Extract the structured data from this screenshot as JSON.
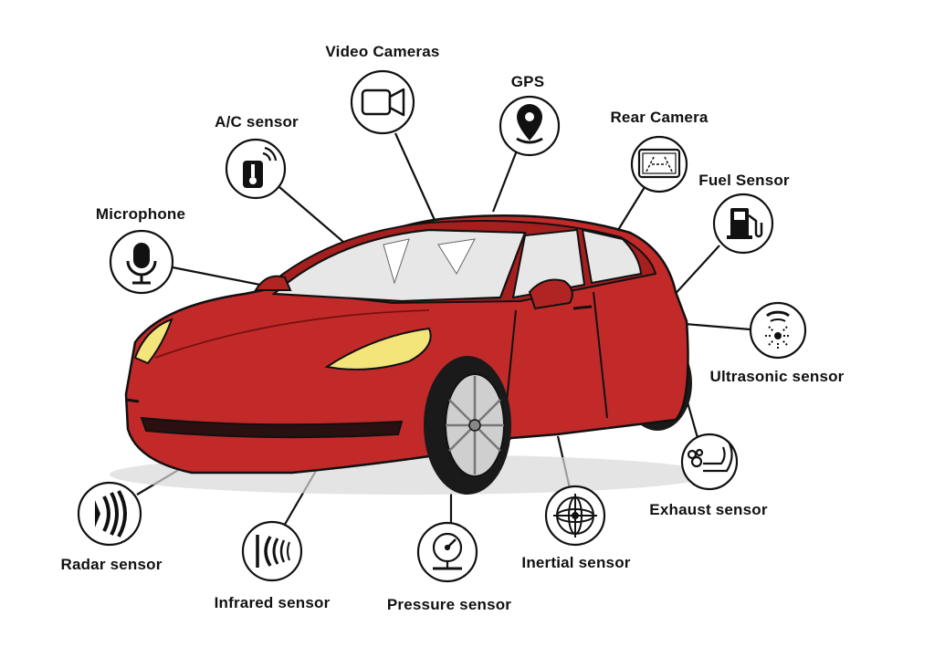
{
  "colors": {
    "body": "#c22a2a",
    "body_dark": "#8e1414",
    "outline": "#111111",
    "glass": "#e7e7e7",
    "headlight": "#f3e57a",
    "tire": "#1a1a1a",
    "rim": "#cfcfcf",
    "background": "#ffffff"
  },
  "sensors": [
    {
      "id": "video-cameras",
      "label": "Video Cameras",
      "icon": "video-camera-icon"
    },
    {
      "id": "gps",
      "label": "GPS",
      "icon": "map-pin-icon"
    },
    {
      "id": "ac-sensor",
      "label": "A/C sensor",
      "icon": "thermometer-icon"
    },
    {
      "id": "rear-camera",
      "label": "Rear Camera",
      "icon": "rear-camera-screen-icon"
    },
    {
      "id": "fuel-sensor",
      "label": "Fuel Sensor",
      "icon": "fuel-pump-icon"
    },
    {
      "id": "microphone",
      "label": "Microphone",
      "icon": "microphone-icon"
    },
    {
      "id": "ultrasonic-sensor",
      "label": "Ultrasonic sensor",
      "icon": "ultrasonic-waves-icon"
    },
    {
      "id": "exhaust-sensor",
      "label": "Exhaust sensor",
      "icon": "exhaust-pipe-icon"
    },
    {
      "id": "radar-sensor",
      "label": "Radar sensor",
      "icon": "radar-waves-icon"
    },
    {
      "id": "infrared-sensor",
      "label": "Infrared sensor",
      "icon": "infrared-waves-icon"
    },
    {
      "id": "pressure-sensor",
      "label": "Pressure sensor",
      "icon": "pressure-gauge-icon"
    },
    {
      "id": "inertial-sensor",
      "label": "Inertial sensor",
      "icon": "gyroscope-icon"
    }
  ]
}
